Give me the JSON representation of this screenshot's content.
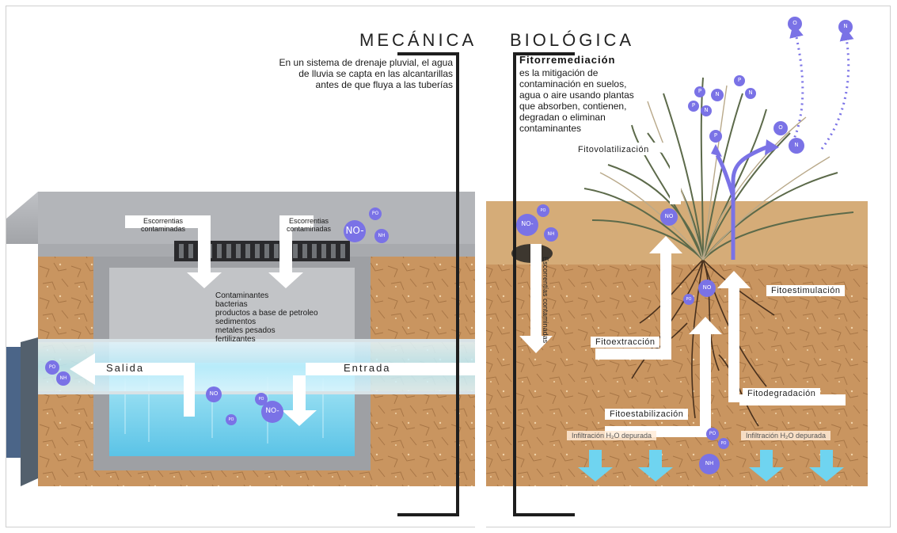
{
  "mechanical": {
    "heading": "MECÁNICA",
    "description": [
      "En un sistema de drenaje pluvial, el agua",
      "de lluvia se capta en las alcantarillas",
      "antes de que fluya a las tuberías"
    ],
    "runoff_left": [
      "Escorrentias",
      "contaminadas"
    ],
    "runoff_right": [
      "Escorrentias",
      "contaminadas"
    ],
    "contaminants": [
      "Contaminantes",
      "bacterias",
      "productos a base de petroleo",
      "sedimentos",
      "metales pesados",
      "fertilizantes"
    ],
    "exit_label": "Salida",
    "entry_label": "Entrada"
  },
  "biological": {
    "heading": "BIOLÓGICA",
    "subtitle": "Fitorremediación",
    "description": [
      "es la mitigación de",
      "contaminación en suelos,",
      "agua o aire usando plantas",
      "que absorben, contienen,",
      "degradan o eliminan",
      "contaminantes"
    ],
    "runoff_vertical": [
      "Escorrentías",
      "contaminadas"
    ],
    "processes": {
      "volatilization": "Fitovolatilización",
      "extraction": "Fitoextracción",
      "stimulation": "Fitoestimulación",
      "degradation": "Fitodegradación",
      "stabilization": "Fitoestabilización"
    },
    "infiltration": [
      "Infiltración H₂O depurada",
      "Infiltración H₂O depurada"
    ]
  },
  "chemicals": {
    "no3": "NO",
    "po4": "PO",
    "nh4": "NH",
    "o2": "O",
    "n2": "N",
    "p": "P",
    "n": "N"
  },
  "colors": {
    "chemical": "#7a72e6",
    "water": "#7fdcf5",
    "soil": "#c9955e",
    "concrete": "#a9abaf",
    "arrow": "#ffffff",
    "infiltration_arrow": "#6fd4f0",
    "bracket": "#1e1e1e"
  },
  "icons": {
    "storm-drain-grate": "grate",
    "plant": "grass-tuft"
  }
}
